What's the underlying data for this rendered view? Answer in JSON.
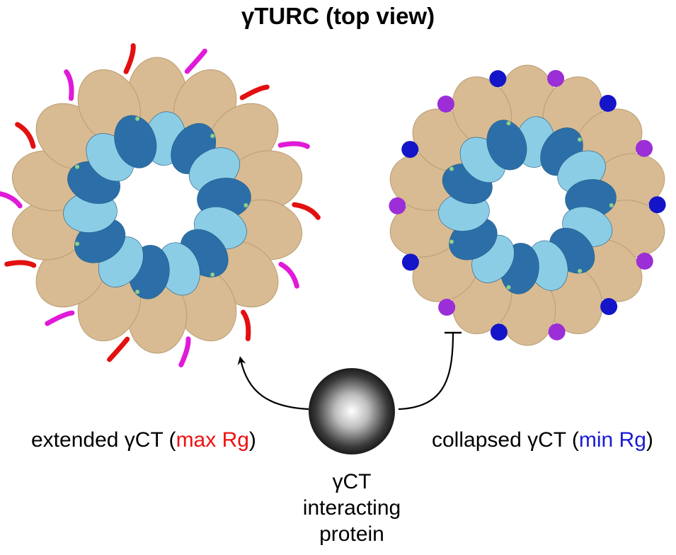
{
  "title": "γTURC (top view)",
  "left_caption": {
    "prefix": "extended γCT (",
    "highlight": "max Rg",
    "suffix": ")"
  },
  "right_caption": {
    "prefix": "collapsed γCT (",
    "highlight": "min Rg",
    "suffix": ")"
  },
  "protein_label": {
    "line1": "γCT",
    "line2": "interacting",
    "line3": "protein"
  },
  "colors": {
    "outer_ring": "#d8bb92",
    "inner_light": "#8ccde6",
    "inner_dark": "#2c6fa8",
    "accent_green": "#8fd08a",
    "extended_red": "#e21010",
    "extended_magenta": "#e01ad8",
    "collapsed_blue": "#1414c8",
    "collapsed_purple": "#9b2ed6",
    "highlight_red": "#ee1111",
    "highlight_blue": "#1a1ad6"
  }
}
